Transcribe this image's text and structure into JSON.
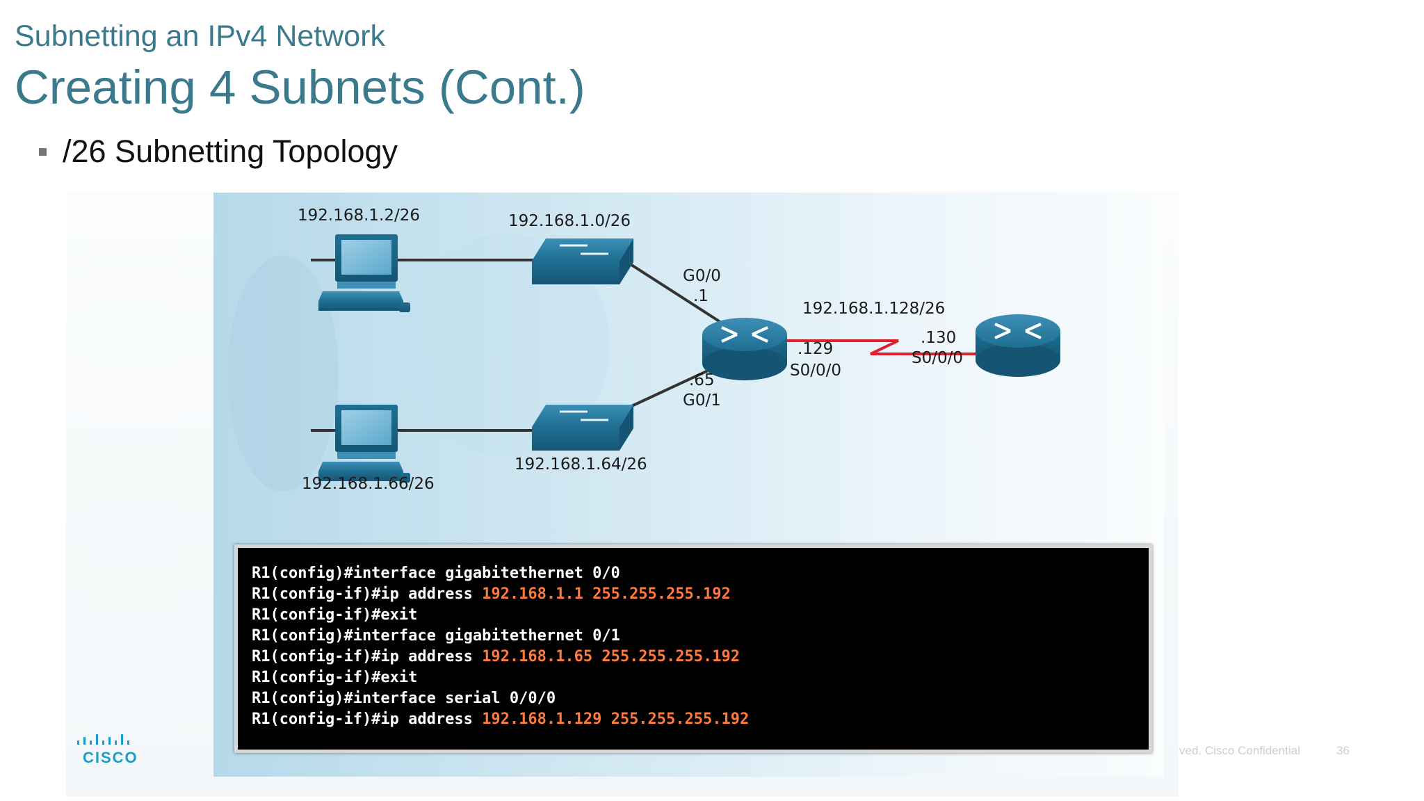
{
  "slide": {
    "subtitle": "Subnetting an IPv4 Network",
    "title": "Creating 4 Subnets (Cont.)",
    "bullet": "/26 Subnetting Topology"
  },
  "topology": {
    "pc1_label": "192.168.1.2/26",
    "pc2_label": "192.168.1.66/26",
    "switch1_label": "192.168.1.0/26",
    "switch2_label": "192.168.1.64/26",
    "r1_g00_port": "G0/0",
    "r1_g00_addr": ".1",
    "r1_g01_addr": ".65",
    "r1_g01_port": "G0/1",
    "serial_net_label": "192.168.1.128/26",
    "r1_s000_addr": ".129",
    "r1_s000_port": "S0/0/0",
    "r2_s000_addr": ".130",
    "r2_s000_port": "S0/0/0",
    "serial_link_color": "#e0202c",
    "device_color": "#1f6f93"
  },
  "terminal": {
    "lines": [
      {
        "cmd": "R1(config)#interface gigabitethernet 0/0",
        "arg": ""
      },
      {
        "cmd": "R1(config-if)#ip address ",
        "arg": "192.168.1.1 255.255.255.192"
      },
      {
        "cmd": "R1(config-if)#exit",
        "arg": ""
      },
      {
        "cmd": "R1(config)#interface gigabitethernet 0/1",
        "arg": ""
      },
      {
        "cmd": "R1(config-if)#ip address ",
        "arg": "192.168.1.65 255.255.255.192"
      },
      {
        "cmd": "R1(config-if)#exit",
        "arg": ""
      },
      {
        "cmd": "R1(config)#interface serial 0/0/0",
        "arg": ""
      },
      {
        "cmd": "R1(config-if)#ip address ",
        "arg": "192.168.1.129 255.255.255.192"
      }
    ],
    "highlight_color": "#ff7a3d"
  },
  "footer": {
    "logo_text": "CISCO",
    "confidential": "ved.   Cisco Confidential",
    "page_number": "36"
  }
}
